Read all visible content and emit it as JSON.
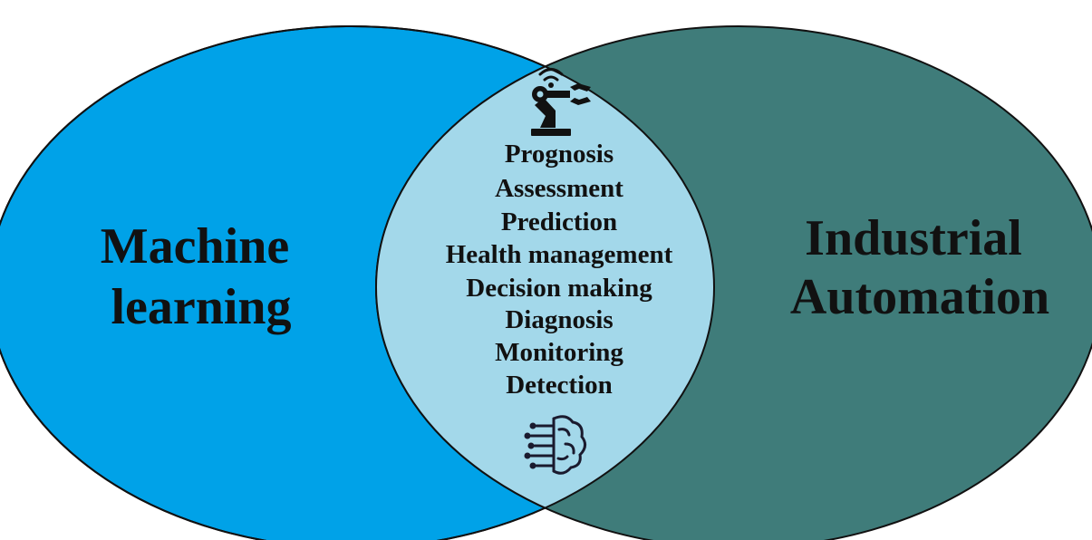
{
  "diagram": {
    "type": "venn",
    "sets": [
      {
        "id": "left",
        "label_lines": [
          "Machine",
          "learning"
        ],
        "color": "#00a2e8"
      },
      {
        "id": "right",
        "label_lines": [
          "Industrial",
          "Automation"
        ],
        "color": "#3f7c7a"
      }
    ],
    "overlap": {
      "color": "#a3d8ea",
      "items": [
        "Prognosis",
        "Assessment",
        "Prediction",
        "Health management",
        "Decision making",
        "Diagnosis",
        "Monitoring",
        "Detection"
      ],
      "top_icon": "robot-arm-icon",
      "bottom_icon": "ai-brain-icon"
    },
    "outline_color": "#111111"
  }
}
